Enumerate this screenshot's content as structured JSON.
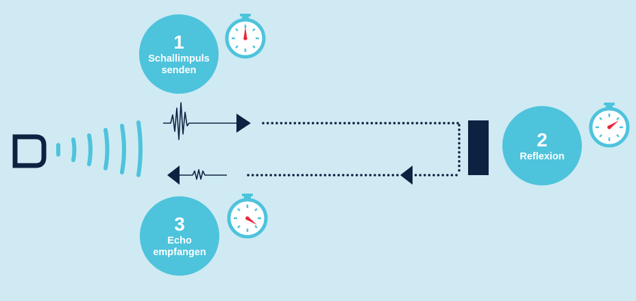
{
  "colors": {
    "background": "#cfeaf3",
    "circle": "#4ec3dc",
    "navy": "#0d2140",
    "white": "#ffffff",
    "needle": "#e8283a"
  },
  "steps": [
    {
      "number": "1",
      "label": "Schallimpuls\nsenden",
      "clock": "stopwatch-icon"
    },
    {
      "number": "2",
      "label": "Reflexion",
      "clock": "stopwatch-icon"
    },
    {
      "number": "3",
      "label": "Echo\nempfangen",
      "clock": "stopwatch-icon"
    }
  ]
}
